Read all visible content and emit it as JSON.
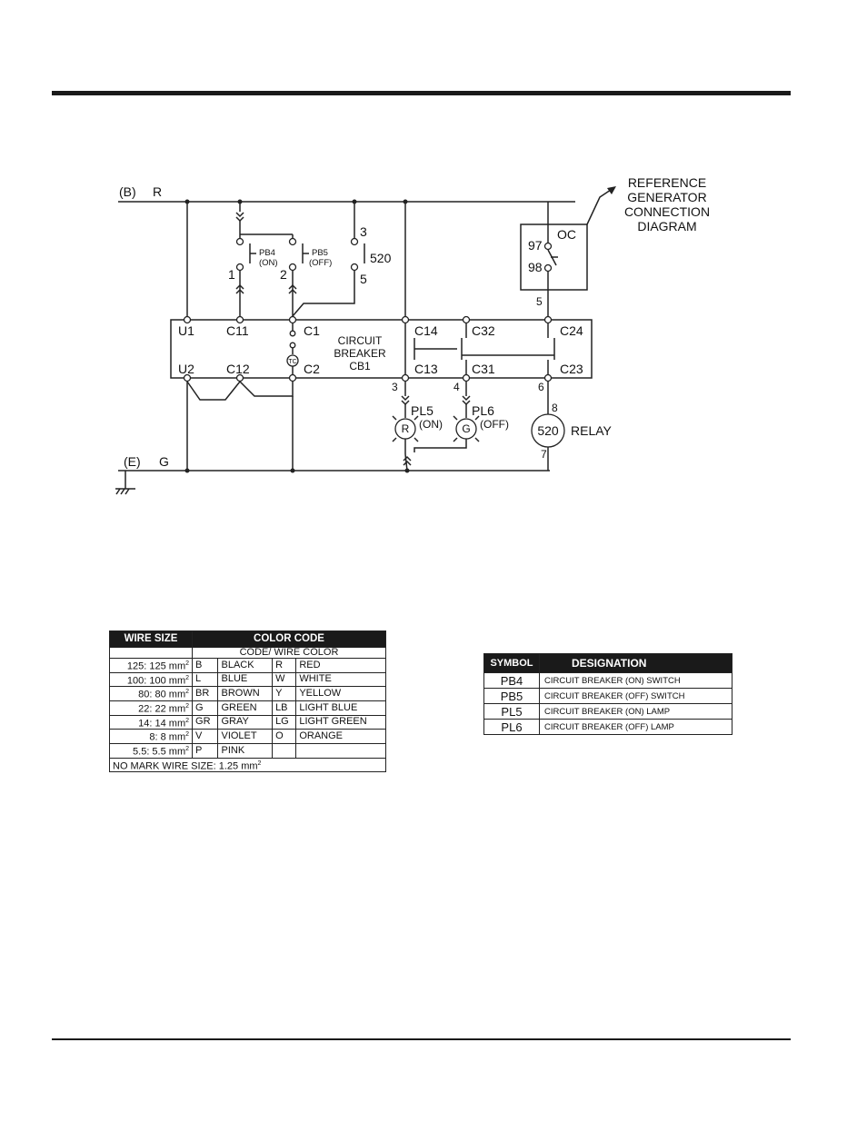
{
  "diagram": {
    "bus_top": {
      "label": "(B)",
      "phase": "R"
    },
    "bus_bottom": {
      "label": "(E)",
      "phase": "G"
    },
    "reference": [
      "REFERENCE",
      "GENERATOR",
      "CONNECTION",
      "DIAGRAM"
    ],
    "overcurrent": {
      "label": "OC",
      "pin_a": "97",
      "pin_b": "98"
    },
    "relay_contact": {
      "label": "520",
      "pin_a": "3",
      "pin_b": "5"
    },
    "pb4": {
      "label": "PB4",
      "state": "(ON)"
    },
    "pb5": {
      "label": "PB5",
      "state": "(OFF)"
    },
    "wire_numbers": {
      "w1": "1",
      "w2": "2",
      "w3": "3",
      "w4": "4",
      "w5": "5",
      "w6": "6",
      "w7": "7",
      "w8": "8"
    },
    "breaker": {
      "title": [
        "CIRCUIT",
        "BREAKER",
        "CB1"
      ],
      "terminals": {
        "U1": "U1",
        "C11": "C11",
        "C1": "C1",
        "C14": "C14",
        "C32": "C32",
        "C24": "C24",
        "U2": "U2",
        "C12": "C12",
        "C2": "C2",
        "C13": "C13",
        "C31": "C31",
        "C23": "C23"
      },
      "trip_coil": "TC"
    },
    "pl5": {
      "label": "PL5",
      "letter": "R",
      "state": "(ON)"
    },
    "pl6": {
      "label": "PL6",
      "letter": "G",
      "state": "(OFF)"
    },
    "relay": {
      "number": "520",
      "label": "RELAY"
    }
  },
  "color_table": {
    "headers": {
      "wire_size": "WIRE SIZE",
      "color_code": "COLOR CODE"
    },
    "subheader": "CODE/ WIRE COLOR",
    "rows": [
      {
        "size": "125: 125 mm",
        "c1": "B",
        "n1": "BLACK",
        "c2": "R",
        "n2": "RED"
      },
      {
        "size": "100: 100 mm",
        "c1": "L",
        "n1": "BLUE",
        "c2": "W",
        "n2": "WHITE"
      },
      {
        "size": "80:   80 mm",
        "c1": "BR",
        "n1": "BROWN",
        "c2": "Y",
        "n2": "YELLOW"
      },
      {
        "size": "22:   22 mm",
        "c1": "G",
        "n1": "GREEN",
        "c2": "LB",
        "n2": "LIGHT BLUE"
      },
      {
        "size": "14:   14 mm",
        "c1": "GR",
        "n1": "GRAY",
        "c2": "LG",
        "n2": "LIGHT GREEN"
      },
      {
        "size": "8:     8 mm",
        "c1": "V",
        "n1": "VIOLET",
        "c2": "O",
        "n2": "ORANGE"
      },
      {
        "size": "5.5:  5.5 mm",
        "c1": "P",
        "n1": "PINK",
        "c2": "",
        "n2": ""
      }
    ],
    "sup": "2",
    "footer": "NO MARK WIRE SIZE: 1.25 mm"
  },
  "symbol_table": {
    "headers": {
      "symbol": "SYMBOL",
      "designation": "DESIGNATION"
    },
    "rows": [
      {
        "symbol": "PB4",
        "designation": "CIRCUIT BREAKER (ON) SWITCH"
      },
      {
        "symbol": "PB5",
        "designation": "CIRCUIT BREAKER (OFF) SWITCH"
      },
      {
        "symbol": "PL5",
        "designation": "CIRCUIT BREAKER (ON) LAMP"
      },
      {
        "symbol": "PL6",
        "designation": "CIRCUIT BREAKER (OFF) LAMP"
      }
    ]
  }
}
